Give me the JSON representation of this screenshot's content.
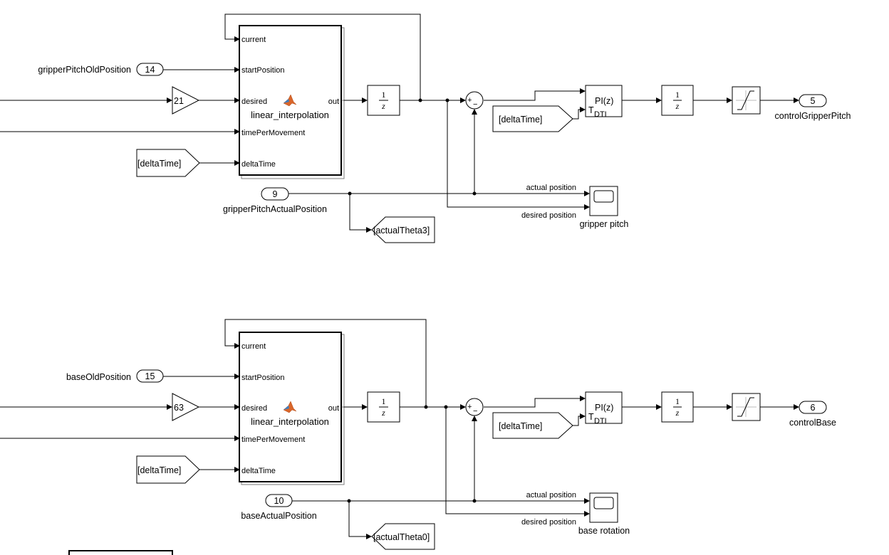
{
  "upper": {
    "current_port": "current",
    "start_port": "startPosition",
    "desired_port": "desired",
    "out_port": "out",
    "tpm_port": "timePerMovement",
    "dt_port": "deltaTime",
    "fcn_name": "linear_interpolation",
    "old_pos_num": "14",
    "old_pos_name": "gripperPitchOldPosition",
    "gain": "21",
    "goto_dt": "[deltaTime]",
    "pi_dt": "[deltaTime]",
    "pi_label": "PI(z)",
    "pi_t": "T",
    "pi_sub": "DTI",
    "delay_num": "1",
    "delay_den": "z",
    "out_num": "5",
    "out_name": "controlGripperPitch",
    "actual_num": "9",
    "actual_name": "gripperPitchActualPosition",
    "goto_theta": "[actualTheta3]",
    "scope_in1": "actual position",
    "scope_in2": "desired position",
    "scope_name": "gripper pitch",
    "sum_plus": "+",
    "sum_minus": "−"
  },
  "lower": {
    "current_port": "current",
    "start_port": "startPosition",
    "desired_port": "desired",
    "out_port": "out",
    "tpm_port": "timePerMovement",
    "dt_port": "deltaTime",
    "fcn_name": "linear_interpolation",
    "old_pos_num": "15",
    "old_pos_name": "baseOldPosition",
    "gain": "63",
    "goto_dt": "[deltaTime]",
    "pi_dt": "[deltaTime]",
    "pi_label": "PI(z)",
    "pi_t": "T",
    "pi_sub": "DTI",
    "delay_num": "1",
    "delay_den": "z",
    "out_num": "6",
    "out_name": "controlBase",
    "actual_num": "10",
    "actual_name": "baseActualPosition",
    "goto_theta": "[actualTheta0]",
    "scope_in1": "actual position",
    "scope_in2": "desired position",
    "scope_name": "base rotation",
    "sum_plus": "+",
    "sum_minus": "−"
  }
}
